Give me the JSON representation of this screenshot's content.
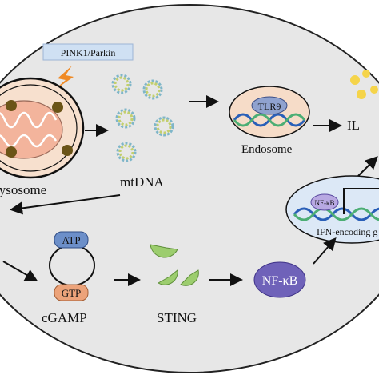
{
  "labels": {
    "pink_parkin": "PINK1/Parkin",
    "lysosome": "lysosome",
    "mtdna": "mtDNA",
    "tlr9": "TLR9",
    "endosome": "Endosome",
    "il": "IL",
    "nfkb_small": "NF-κB",
    "ifn_encoding": "IFN-encoding g",
    "atp": "ATP",
    "gtp": "GTP",
    "cgamp": "cGAMP",
    "sting": "STING",
    "nfkb": "NF-κB"
  },
  "colors": {
    "cell_fill": "#e7e7e7",
    "badge_fill": "#cfe0f3",
    "lightning": "#f08a24",
    "endosome_fill": "#f6dcc8",
    "tlr9_fill": "#8fa2cf",
    "nfkb_fill": "#6f62b9",
    "atp_fill": "#6c8fc9",
    "gtp_fill": "#eca37a",
    "sting_fill": "#9ccd6e",
    "il_dots": "#f5d44a",
    "nucleus_fill": "#dce8f6"
  }
}
